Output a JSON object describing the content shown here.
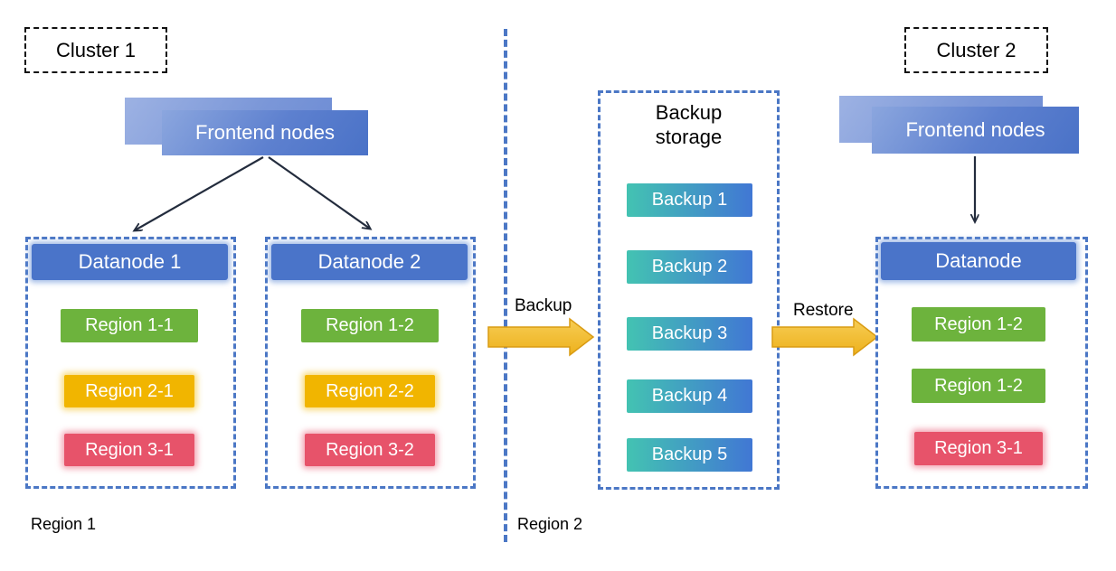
{
  "colors": {
    "container_border_blue": "#4b77c5",
    "datanode_header_blue": "#4a74c9",
    "frontend_gradient_start": "#8ba6de",
    "frontend_gradient_end": "#4a72c7",
    "region_green": "#6db33d",
    "region_yellow": "#f1b500",
    "region_red": "#e7536a",
    "backup_gradient_start": "#43c3b2",
    "backup_gradient_end": "#4177d4",
    "flow_arrow_gold": "#f0bd2e",
    "cluster_border_black": "#111111"
  },
  "cluster1": {
    "label": "Cluster 1",
    "frontend_label": "Frontend nodes",
    "datanodes": [
      {
        "title": "Datanode 1",
        "regions": [
          {
            "label": "Region 1-1",
            "color": "green"
          },
          {
            "label": "Region 2-1",
            "color": "yellow"
          },
          {
            "label": "Region 3-1",
            "color": "red"
          }
        ]
      },
      {
        "title": "Datanode 2",
        "regions": [
          {
            "label": "Region 1-2",
            "color": "green"
          },
          {
            "label": "Region 2-2",
            "color": "yellow"
          },
          {
            "label": "Region 3-2",
            "color": "red"
          }
        ]
      }
    ],
    "zone_label": "Region 1"
  },
  "backup_storage": {
    "title": "Backup storage",
    "items": [
      "Backup 1",
      "Backup 2",
      "Backup 3",
      "Backup 4",
      "Backup 5"
    ]
  },
  "flows": {
    "backup_label": "Backup",
    "restore_label": "Restore"
  },
  "cluster2": {
    "label": "Cluster 2",
    "frontend_label": "Frontend nodes",
    "datanode": {
      "title": "Datanode",
      "regions": [
        {
          "label": "Region 1-2",
          "color": "green"
        },
        {
          "label": "Region 1-2",
          "color": "green"
        },
        {
          "label": "Region 3-1",
          "color": "red"
        }
      ]
    },
    "zone_label": "Region 2"
  }
}
